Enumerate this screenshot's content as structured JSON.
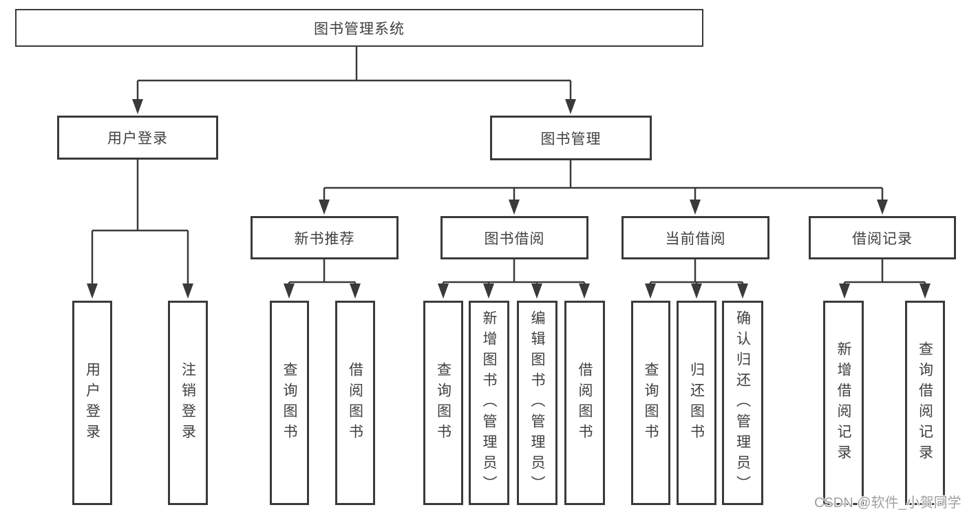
{
  "colors": {
    "line": "#3a3a3a",
    "text": "#404040",
    "box_background": "#ffffff",
    "watermark": "#a0a0a0"
  },
  "tree": {
    "label": "图书管理系统",
    "children": [
      {
        "label": "用户登录",
        "children": [
          {
            "label": "用户登录"
          },
          {
            "label": "注销登录"
          }
        ]
      },
      {
        "label": "图书管理",
        "children": [
          {
            "label": "新书推荐",
            "children": [
              {
                "label": "查询图书"
              },
              {
                "label": "借阅图书"
              }
            ]
          },
          {
            "label": "图书借阅",
            "children": [
              {
                "label": "查询图书"
              },
              {
                "label": "新增图书（管理员）"
              },
              {
                "label": "编辑图书（管理员）"
              },
              {
                "label": "借阅图书"
              }
            ]
          },
          {
            "label": "当前借阅",
            "children": [
              {
                "label": "查询图书"
              },
              {
                "label": "归还图书"
              },
              {
                "label": "确认归还（管理员）"
              }
            ]
          },
          {
            "label": "借阅记录",
            "children": [
              {
                "label": "新增借阅记录"
              },
              {
                "label": "查询借阅记录"
              }
            ]
          }
        ]
      }
    ]
  },
  "watermark": {
    "text": "CSDN @软件_小贺同学"
  }
}
